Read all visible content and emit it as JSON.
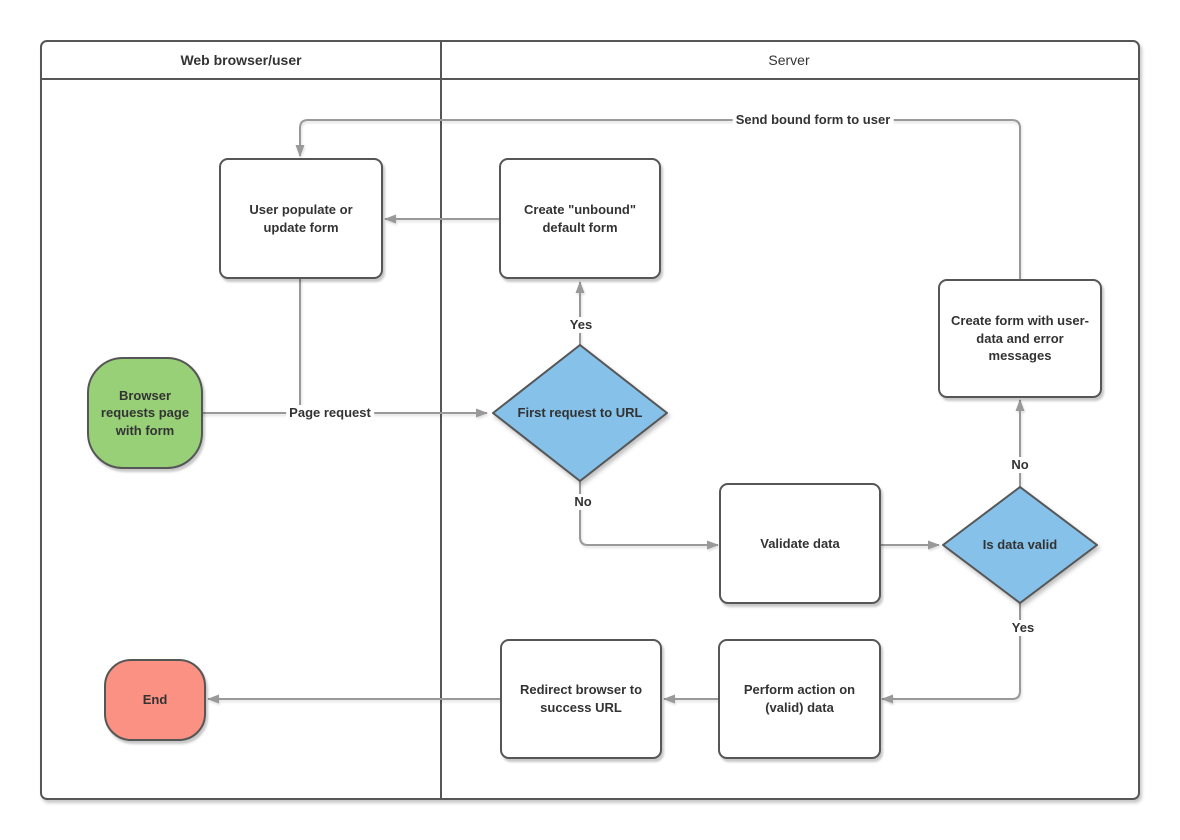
{
  "diagram": {
    "lanes": [
      {
        "title": "Web browser/user"
      },
      {
        "title": "Server"
      }
    ],
    "nodes": {
      "start": {
        "label": "Browser requests page with form",
        "type": "terminator"
      },
      "user_populate": {
        "label": "User populate or update form",
        "type": "process"
      },
      "create_unbound": {
        "label": "Create \"unbound\" default form",
        "type": "process"
      },
      "first_request": {
        "label": "First request to URL",
        "type": "decision"
      },
      "validate_data": {
        "label": "Validate data",
        "type": "process"
      },
      "is_data_valid": {
        "label": "Is data valid",
        "type": "decision"
      },
      "create_form_errors": {
        "label": "Create form with user-data and error messages",
        "type": "process"
      },
      "perform_action": {
        "label": "Perform action on (valid) data",
        "type": "process"
      },
      "redirect_browser": {
        "label": "Redirect browser to success URL",
        "type": "process"
      },
      "end": {
        "label": "End",
        "type": "terminator"
      }
    },
    "edge_labels": {
      "page_request": "Page request",
      "first_request_yes": "Yes",
      "first_request_no": "No",
      "send_bound_form": "Send bound form to user",
      "is_valid_no": "No",
      "is_valid_yes": "Yes"
    },
    "colors": {
      "start_fill": "#97D077",
      "end_fill": "#FA9182",
      "decision_fill": "#85C1E9",
      "shape_border": "#565656",
      "connector": "#999999",
      "text": "#333333"
    }
  }
}
